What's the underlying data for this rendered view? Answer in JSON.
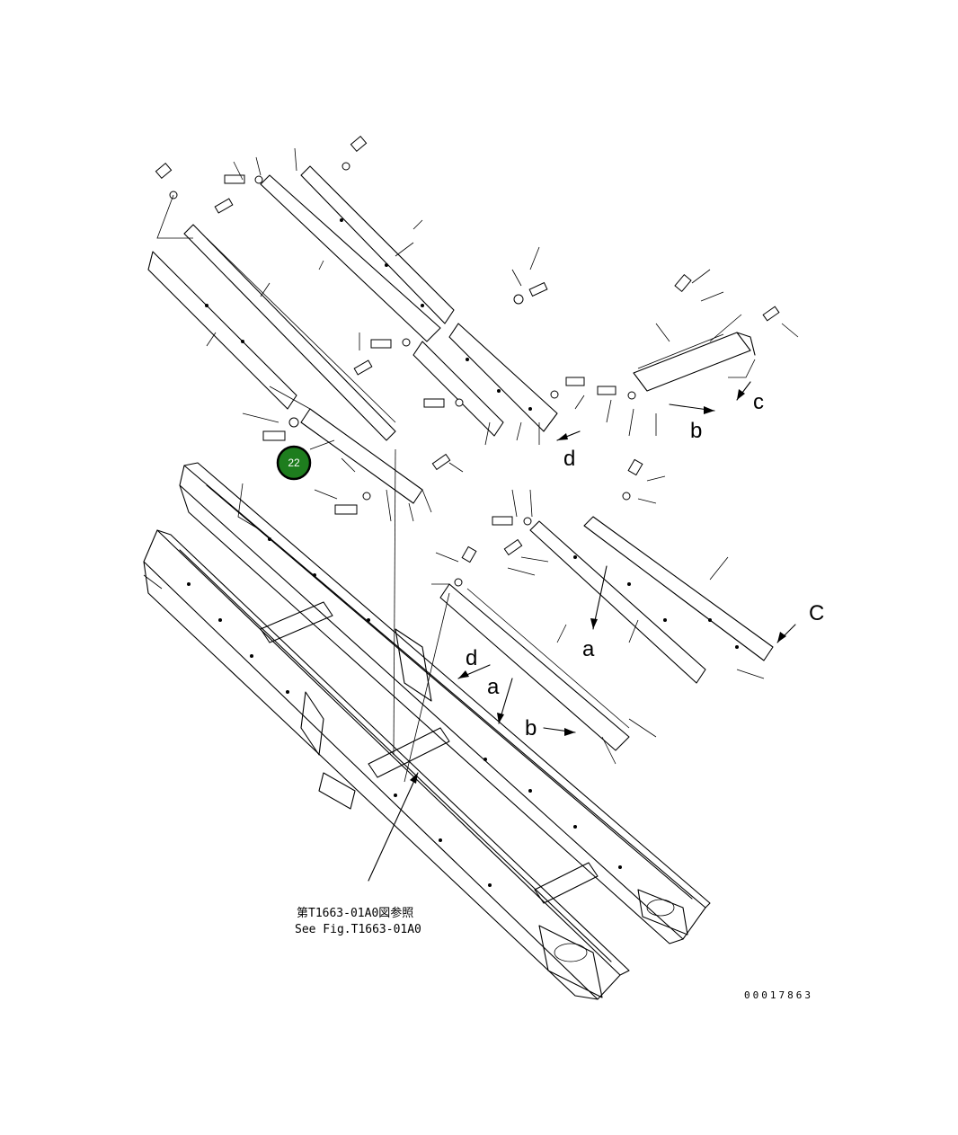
{
  "diagram": {
    "letter_labels": {
      "a_upper": "a",
      "a_lower": "a",
      "b_upper": "b",
      "b_lower": "b",
      "c_upper": "c",
      "c_lower": "C",
      "d_upper": "d",
      "d_lower": "d"
    },
    "reference_line_jp": "第T1663-01A0図参照",
    "reference_line_en": "See Fig.T1663-01A0",
    "drawing_code": "00017863",
    "callout": {
      "label": "22",
      "color": "#1e7d1e"
    }
  }
}
